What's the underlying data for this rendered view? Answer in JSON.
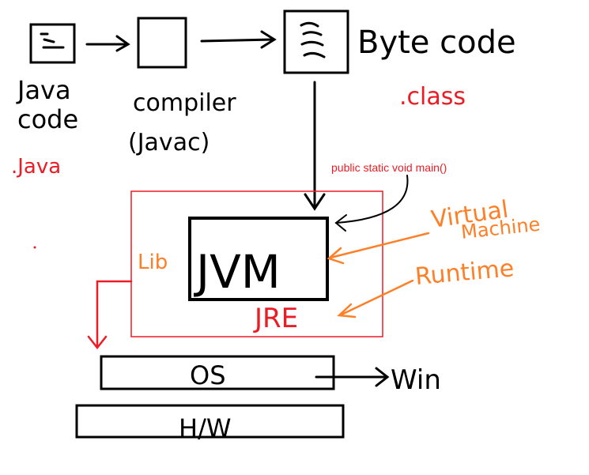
{
  "labels": {
    "java_code": [
      "Java",
      "code"
    ],
    "java_ext": ".Java",
    "compiler": [
      "compiler",
      "(Javac)"
    ],
    "byte_code": "Byte code",
    "class_ext": ".class",
    "main_method": "public static void main()",
    "jvm": "JVM",
    "lib": "Lib",
    "virtual_machine": [
      "Virtual",
      "Machine"
    ],
    "runtime": "Runtime",
    "jre": "JRE",
    "os": "OS",
    "win": "Win",
    "hw": "H/W"
  },
  "colors": {
    "ink": "#000000",
    "red": "#ed1c24",
    "orange": "#ff7f27",
    "background": "#ffffff"
  },
  "icons": {
    "source_file": "source-file-icon",
    "compiler_box": "empty-box-icon",
    "bytecode_file": "bytecode-file-icon"
  }
}
